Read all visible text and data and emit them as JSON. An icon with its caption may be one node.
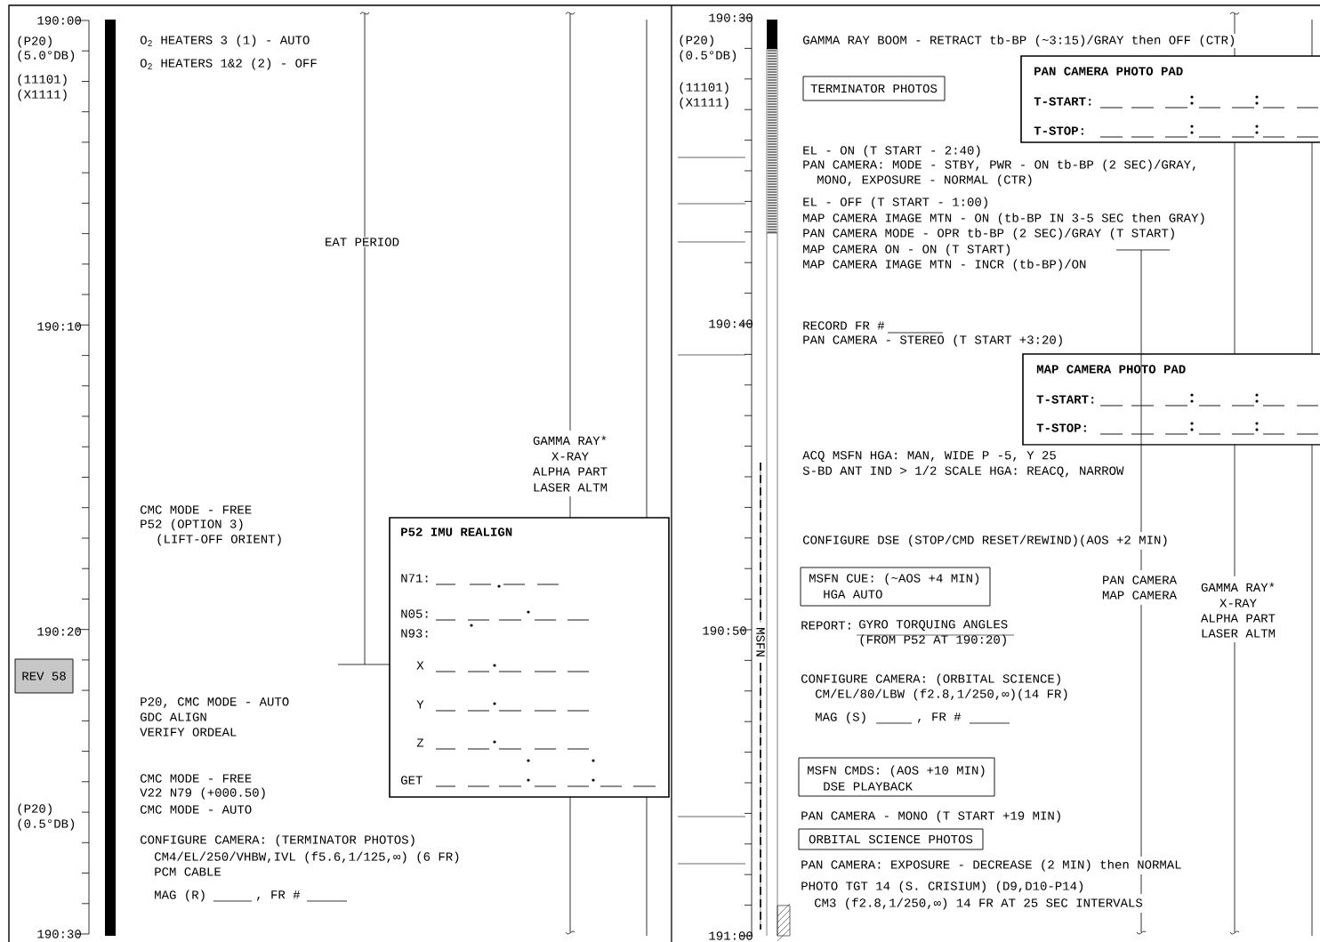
{
  "diagram": {
    "nodes": [
      {
        "text": [
          "P52 IMU REALIGN",
          "N71:",
          "N05:",
          "N93:",
          "X",
          "Y",
          "Z",
          "GET"
        ]
      },
      {
        "text": [
          "REV 58"
        ]
      },
      {
        "text": [
          "PAN CAMERA PHOTO PAD",
          "T-START:",
          "T-STOP:"
        ]
      },
      {
        "text": [
          "TERMINATOR PHOTOS"
        ]
      },
      {
        "text": [
          "MAP CAMERA PHOTO PAD",
          "T-START:",
          "T-STOP:"
        ]
      },
      {
        "text": [
          "MSFN CUE: (~AOS +4 MIN)",
          "HGA AUTO"
        ]
      },
      {
        "text": [
          "MSFN CMDS: (AOS +10 MIN)",
          "DSE PLAYBACK"
        ]
      },
      {
        "text": [
          "ORBITAL SCIENCE PHOTOS"
        ]
      }
    ],
    "edges": [
      {
        "from": 2,
        "to": 4,
        "arrow": "none"
      },
      {
        "from": 2,
        "to": 4,
        "arrow": "none"
      }
    ],
    "labels": [
      "190:00",
      "(P20)",
      "(5.0°DB)",
      "(11101)",
      "(X1111)",
      "O$_{2}$ HEATERS 3 (1) - AUTO",
      "O$_{2}$ HEATERS 1&2 (2) - OFF",
      "EAT PERIOD",
      "190:10",
      "GAMMA RAY*",
      "X-RAY",
      "ALPHA PART",
      "LASER ALTM",
      "CMC MODE - FREE",
      "P52 (OPTION 3)",
      "(LIFT-OFF ORIENT)",
      "190:20",
      "P20, CMC MODE - AUTO",
      "GDC ALIGN",
      "VERIFY ORDEAL",
      "CMC MODE - FREE",
      "V22 N79 (+000.50)",
      "CMC MODE - AUTO",
      "(P20)",
      "(0.5°DB)",
      "CONFIGURE CAMERA: (TERMINATOR PHOTOS)",
      "CM4/EL/250/VHBW,IVL (f5.6,1/125,∞) (6 FR)",
      "PCM CABLE",
      "MAG (R)",
      ", FR #",
      "190:30",
      "190:30",
      "(P20)",
      "(0.5°DB)",
      "(11101)",
      "(X1111)",
      "GAMMA RAY BOOM - RETRACT tb-BP (~3:15)/GRAY then OFF (CTR)",
      "EL - ON (T START - 2:40)",
      "PAN CAMERA: MODE - STBY, PWR - ON tb-BP (2 SEC)/GRAY,",
      "MONO, EXPOSURE - NORMAL (CTR)",
      "EL - OFF (T START - 1:00)",
      "MAP CAMERA IMAGE MTN - ON (tb-BP IN 3-5 SEC then GRAY)",
      "PAN CAMERA MODE - OPR tb-BP (2 SEC)/GRAY (T START)",
      "MAP CAMERA ON - ON (T START)",
      "MAP CAMERA IMAGE MTN - INCR (tb-BP)/ON",
      "190:40",
      "RECORD FR #",
      "PAN CAMERA - STEREO (T START +3:20)",
      "ACQ MSFN HGA: MAN, WIDE P -5, Y 25",
      "S-BD ANT IND > 1/2 SCALE HGA: REACQ, NARROW",
      "CONFIGURE DSE (STOP/CMD RESET/REWIND)(AOS +2 MIN)",
      "PAN CAMERA",
      "GAMMA RAY*",
      "MAP CAMERA",
      "X-RAY",
      "ALPHA PART",
      "190:50",
      "REPORT:",
      "GYRO TORQUING ANGLES",
      "LASER ALTM",
      "MSFN",
      "(FROM P52 AT 190:20)",
      "CONFIGURE CAMERA: (ORBITAL SCIENCE)",
      "CM/EL/80/LBW (f2.8,1/250,∞)(14 FR)",
      "MAG (S)",
      ", FR #",
      "PAN CAMERA - MONO (T START +19 MIN)",
      "PAN CAMERA: EXPOSURE - DECREASE (2 MIN) then NORMAL",
      "PHOTO TGT 14 (S. CRISIUM) (D9,D10-P14)",
      "CM3 (f2.8,1/250,∞) 14 FR AT 25 SEC INTERVALS",
      "191:00"
    ]
  }
}
